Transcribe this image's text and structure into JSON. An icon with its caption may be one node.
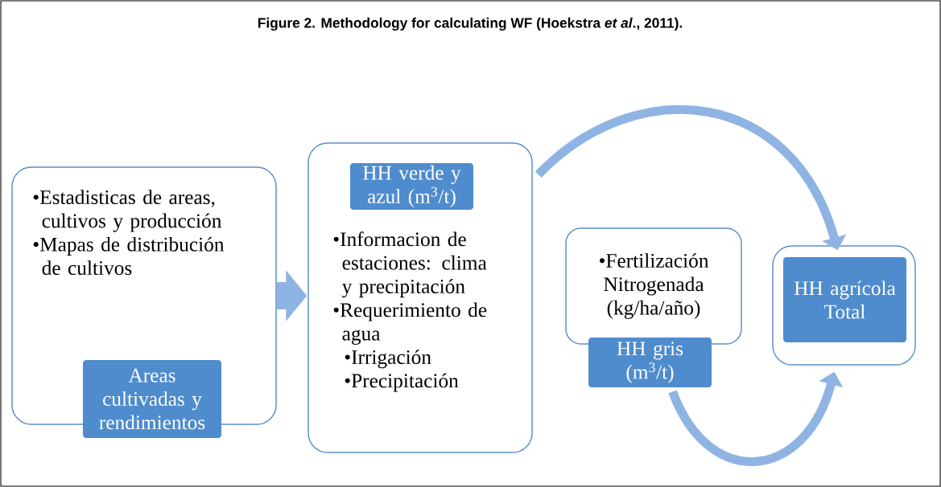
{
  "diagram": {
    "title": "Figure 2. Methodology for calculating WF (Hoekstra *et al*., 2011).",
    "nodes": [
      {
        "text": [
          "•Estadisticas de areas, cultivos y producción",
          "•Mapas de distribución de cultivos"
        ]
      },
      {
        "text": [
          "Areas cultivadas y rendimientos"
        ]
      },
      {
        "text": [
          "•Informacion de estaciones: clima y precipitación",
          "•Requerimiento de agua",
          "•Irrigación",
          "•Precipitación"
        ]
      },
      {
        "text": [
          "HH verde y azul (m$^{3}$/t)"
        ],
        "in": 2
      },
      {
        "text": [
          "•Fertilización Nitrogenada (kg/ha/año)"
        ]
      },
      {
        "text": [
          "HH gris (m$^{3}$/t)"
        ]
      },
      {
        "text": [],
        "shape": "box"
      },
      {
        "text": [
          "HH agrícola Total"
        ],
        "in": 6
      }
    ],
    "edges": [
      {
        "from": 0,
        "to": 2,
        "arrow": "to",
        "style": "thick"
      },
      {
        "from": 2,
        "to": 6,
        "arrow": "to"
      },
      {
        "from": 5,
        "to": 6,
        "arrow": "to"
      }
    ]
  }
}
